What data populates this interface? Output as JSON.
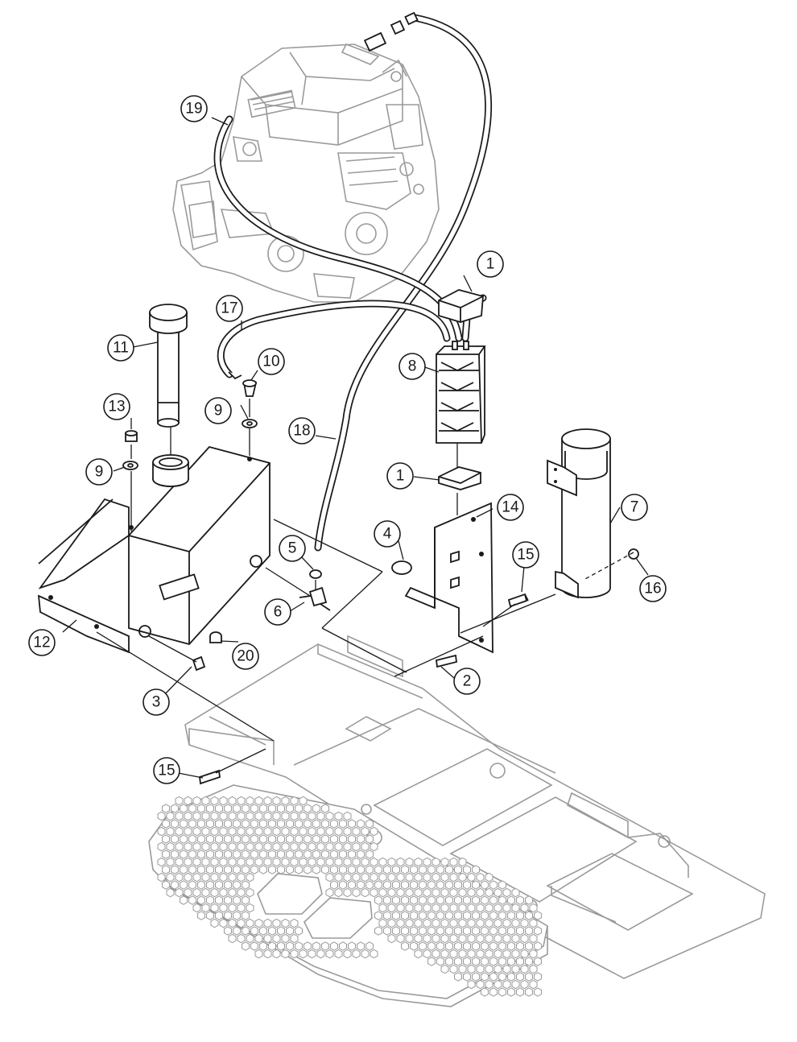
{
  "callouts": [
    {
      "id": "c1a",
      "label": "1"
    },
    {
      "id": "c1b",
      "label": "1"
    },
    {
      "id": "c2",
      "label": "2"
    },
    {
      "id": "c3",
      "label": "3"
    },
    {
      "id": "c4",
      "label": "4"
    },
    {
      "id": "c5",
      "label": "5"
    },
    {
      "id": "c6",
      "label": "6"
    },
    {
      "id": "c7",
      "label": "7"
    },
    {
      "id": "c8",
      "label": "8"
    },
    {
      "id": "c9a",
      "label": "9"
    },
    {
      "id": "c9b",
      "label": "9"
    },
    {
      "id": "c10",
      "label": "10"
    },
    {
      "id": "c11",
      "label": "11"
    },
    {
      "id": "c12",
      "label": "12"
    },
    {
      "id": "c13",
      "label": "13"
    },
    {
      "id": "c14",
      "label": "14"
    },
    {
      "id": "c15a",
      "label": "15"
    },
    {
      "id": "c15b",
      "label": "15"
    },
    {
      "id": "c16",
      "label": "16"
    },
    {
      "id": "c17",
      "label": "17"
    },
    {
      "id": "c18",
      "label": "18"
    },
    {
      "id": "c19",
      "label": "19"
    },
    {
      "id": "c20",
      "label": "20"
    }
  ],
  "colors": {
    "ink": "#1a1a1a",
    "ghost": "#9a9a9a",
    "paper": "#ffffff"
  }
}
